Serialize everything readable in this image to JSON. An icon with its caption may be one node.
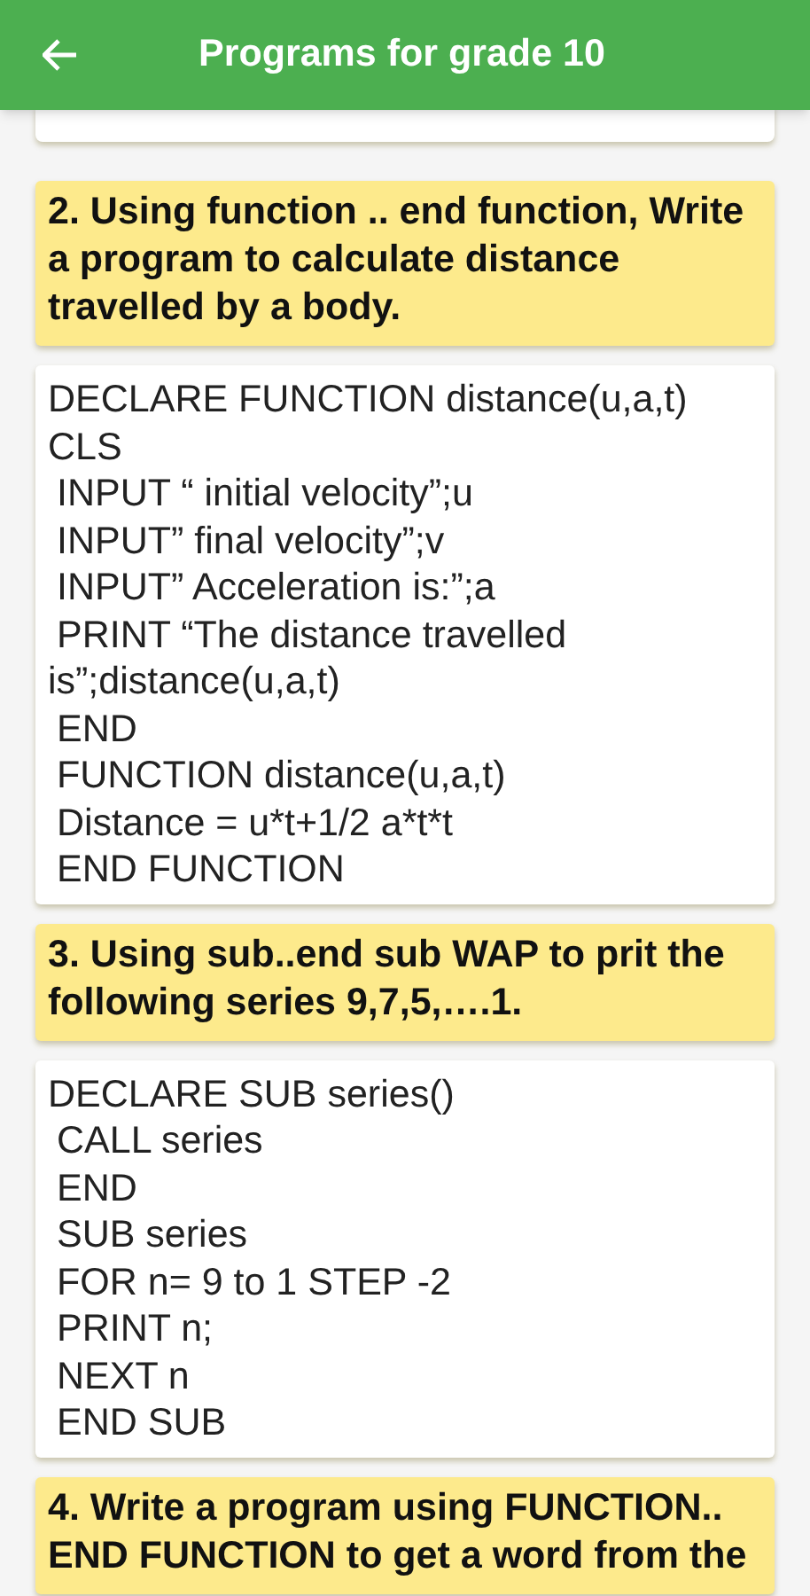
{
  "diagram": {
    "title": "Programs for grade 10",
    "nodes": [
      {
        "text": [],
        "shape": "box"
      },
      {
        "text": [
          "2. Using function .. end function, Write a program to calculate distance travelled by a body."
        ]
      },
      {
        "text": [
          "DECLARE FUNCTION distance(u,a,t)",
          "CLS",
          "INPUT “ initial velocity”;u",
          "INPUT” final velocity”;v",
          "INPUT” Acceleration is:”;a",
          "PRINT “The distance travelled is”;distance(u,a,t)",
          "END",
          "FUNCTION distance(u,a,t)",
          "Distance = u*t+1/2 a*t*t",
          "END FUNCTION"
        ]
      },
      {
        "text": [
          "3. Using sub..end sub WAP to prit the following series 9,7,5,….1."
        ]
      },
      {
        "text": [
          "DECLARE SUB series()",
          "CALL series",
          "END",
          "SUB series",
          "FOR n= 9 to 1 STEP -2",
          "PRINT n;",
          "NEXT n",
          "END SUB"
        ]
      },
      {
        "text": [
          "4. Write a program using FUNCTION.. END FUNCTION to get a word from the"
        ]
      }
    ]
  }
}
